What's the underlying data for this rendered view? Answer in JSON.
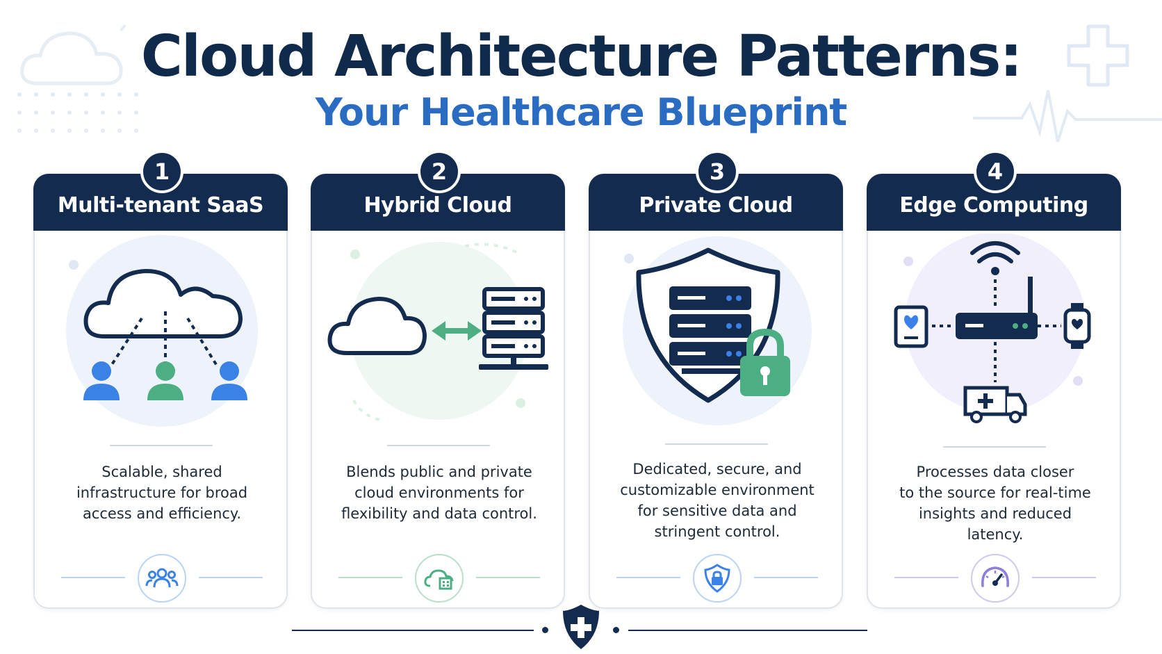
{
  "header": {
    "title": "Cloud Architecture Patterns:",
    "subtitle": "Your Healthcare Blueprint"
  },
  "colors": {
    "navy": "#132b4e",
    "title_blue": "#2a6cc2",
    "accent_blue": "#3b82e6",
    "accent_green": "#4caf83",
    "accent_purple": "#8f7fd6"
  },
  "cards": [
    {
      "number": "1",
      "title": "Multi-tenant SaaS",
      "description": [
        "Scalable, shared",
        "infrastructure for broad",
        "access and efficiency."
      ],
      "illustration": "cloud-with-users-icon",
      "footer_icon": "users-group-icon"
    },
    {
      "number": "2",
      "title": "Hybrid Cloud",
      "description": [
        "Blends public and private",
        "cloud environments for",
        "flexibility and data control."
      ],
      "illustration": "cloud-server-sync-icon",
      "footer_icon": "cloud-building-icon"
    },
    {
      "number": "3",
      "title": "Private Cloud",
      "description": [
        "Dedicated, secure, and",
        "customizable environment",
        "for sensitive data and",
        "stringent control."
      ],
      "illustration": "shield-server-lock-icon",
      "footer_icon": "shield-lock-icon"
    },
    {
      "number": "4",
      "title": "Edge Computing",
      "description": [
        "Processes data closer",
        "to the source for real-time",
        "insights and reduced",
        "latency."
      ],
      "illustration": "edge-router-devices-icon",
      "footer_icon": "speedometer-icon"
    }
  ]
}
